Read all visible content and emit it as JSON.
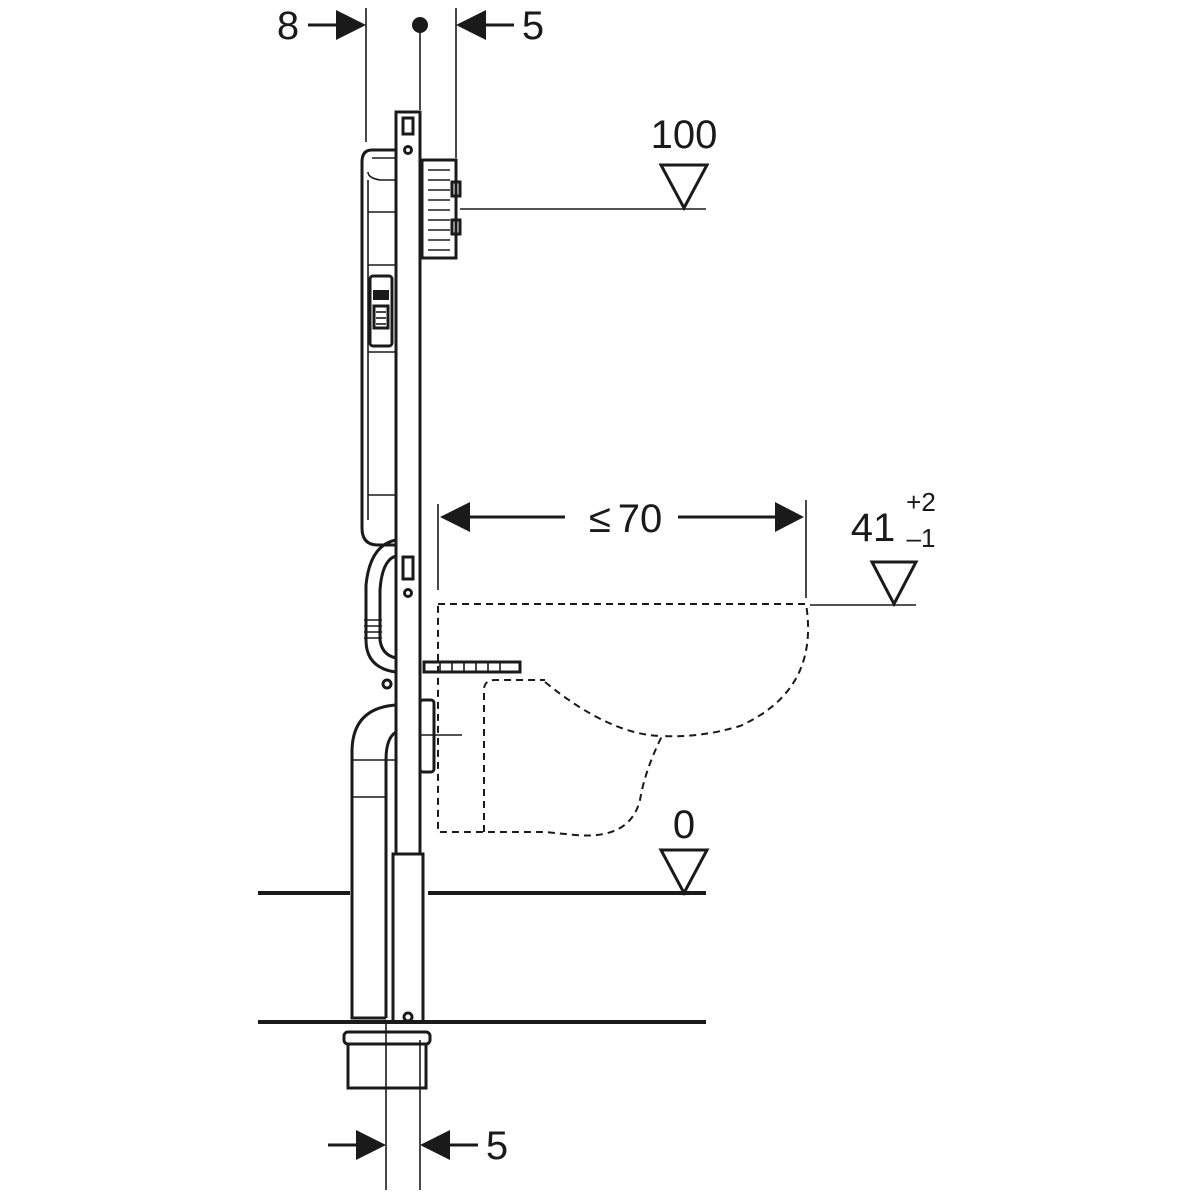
{
  "diagram": {
    "dimensions": {
      "top_left_offset": "8",
      "top_right_offset": "5",
      "flush_height": "100",
      "max_depth_symbol": "≤",
      "max_depth_value": "70",
      "seat_height": "41",
      "seat_tol_plus": "+2",
      "seat_tol_minus": "–1",
      "floor_level": "0",
      "bottom_offset": "5"
    }
  }
}
